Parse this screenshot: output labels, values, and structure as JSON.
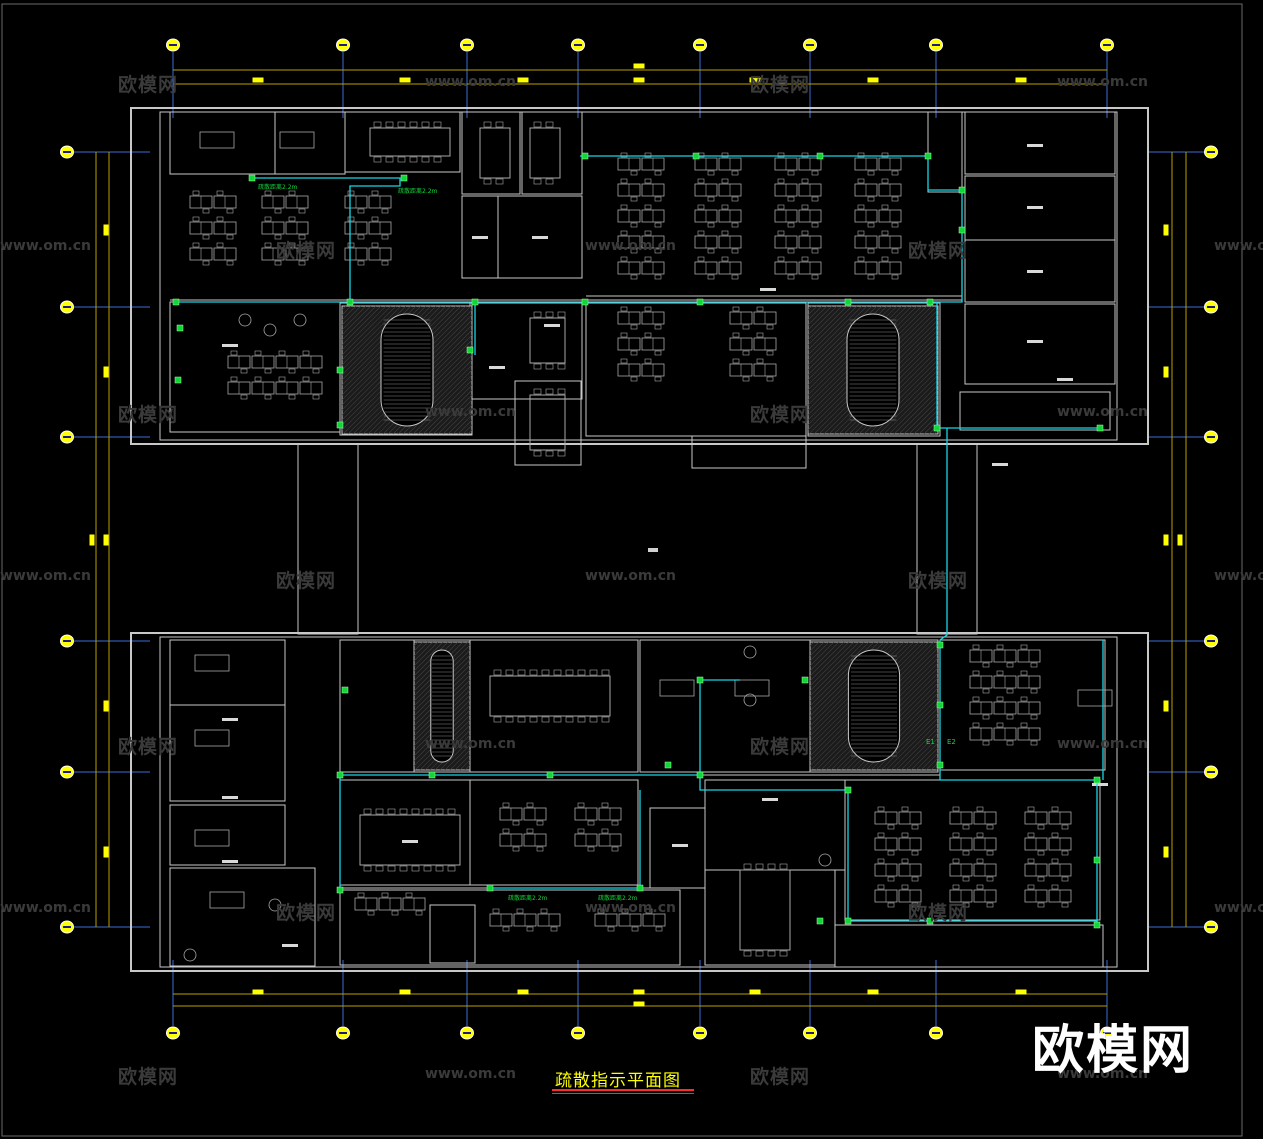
{
  "drawing": {
    "title": "疏散指示平面图",
    "logo_text": "欧模网",
    "watermark_text": "欧模网",
    "watermark_url": "www.om.cn",
    "route_labels": [
      "疏散距离2.2m",
      "疏散距离2.2m",
      "疏散距离2.2m",
      "疏散距离2.2m"
    ],
    "exit_marks": [
      "E1",
      "E2"
    ]
  },
  "colors": {
    "background": "#000000",
    "wall": "#c8c8c8",
    "furniture": "#a8a8a8",
    "grid_line": "#3a6bd6",
    "axis_dim": "#b8a000",
    "evac_route": "#17d7e6",
    "exit_sign": "#11d63a",
    "grid_bubble": "#ffff00",
    "title_text": "#ffff00",
    "title_underline": "#ff2a2a",
    "watermark": "#3a3a3a"
  },
  "icons": {
    "grid_bubble": "axis-bubble-icon",
    "exit_sign": "evacuation-sign-icon",
    "stair": "stair-icon",
    "desk": "workstation-icon"
  }
}
